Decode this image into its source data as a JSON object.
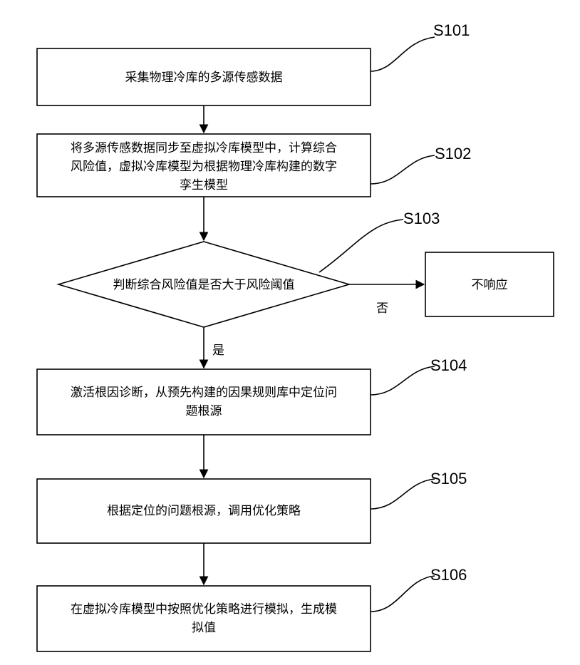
{
  "steps": {
    "s101": {
      "label": "S101",
      "text": [
        "采集物理冷库的多源传感数据"
      ]
    },
    "s102": {
      "label": "S102",
      "text": [
        "将多源传感数据同步至虚拟冷库模型中，计算综合",
        "风险值，虚拟冷库模型为根据物理冷库构建的数字",
        "孪生模型"
      ]
    },
    "s103": {
      "label": "S103",
      "text": [
        "判断综合风险值是否大于风险阈值"
      ]
    },
    "s104": {
      "label": "S104",
      "text": [
        "激活根因诊断，从预先构建的因果规则库中定位问",
        "题根源"
      ]
    },
    "s105": {
      "label": "S105",
      "text": [
        "根据定位的问题根源，调用优化策略"
      ]
    },
    "s106": {
      "label": "S106",
      "text": [
        "在虚拟冷库模型中按照优化策略进行模拟，生成模",
        "拟值"
      ]
    }
  },
  "no_response": {
    "text": "不响应"
  },
  "edges": {
    "no": "否",
    "yes": "是"
  }
}
